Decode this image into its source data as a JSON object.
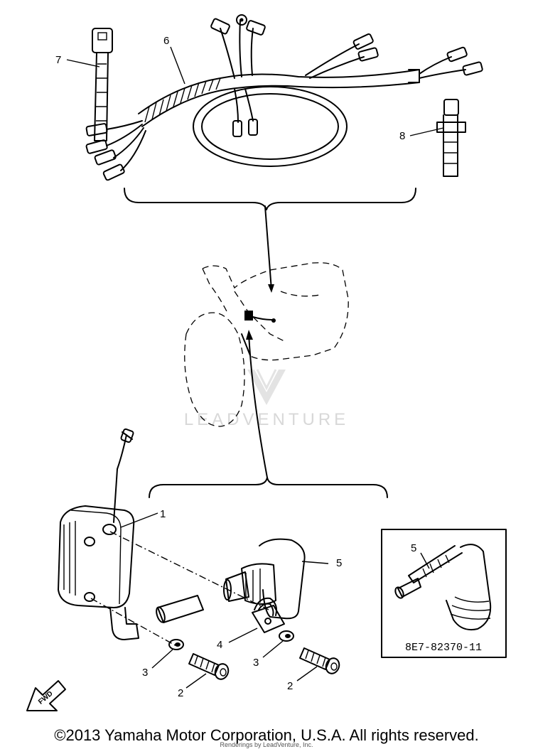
{
  "diagram": {
    "callouts": {
      "c1": "1",
      "c2a": "2",
      "c2b": "2",
      "c3a": "3",
      "c3b": "3",
      "c4": "4",
      "c5": "5",
      "c5b": "5",
      "c6": "6",
      "c7": "7",
      "c8": "8"
    },
    "inset_part_number": "8E7-82370-11",
    "fwd_label": "FWD",
    "watermark": "LEADVENTURE"
  },
  "footer": {
    "copyright": "©2013 Yamaha Motor Corporation, U.S.A. All rights reserved.",
    "credit": "Renderings by LeadVenture, Inc."
  },
  "colors": {
    "line": "#000000",
    "background": "#ffffff",
    "watermark": "#d8d8d8"
  }
}
